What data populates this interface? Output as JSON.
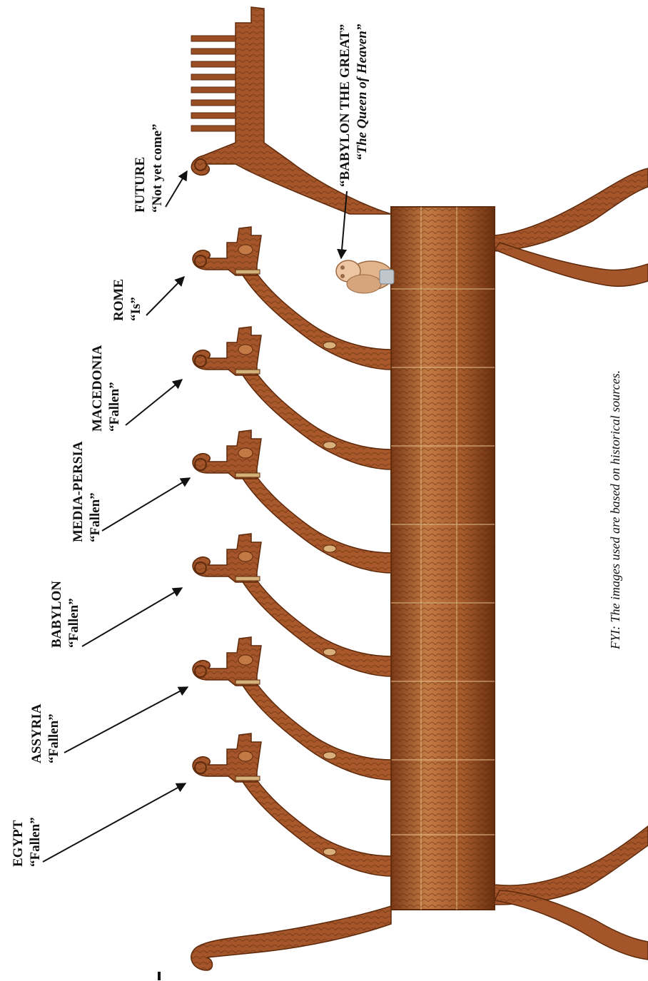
{
  "labels": {
    "egypt": {
      "name": "EGYPT",
      "status": "“Fallen”"
    },
    "assyria": {
      "name": "ASSYRIA",
      "status": "“Fallen”"
    },
    "babylon": {
      "name": "BABYLON",
      "status": "“Fallen”"
    },
    "medo": {
      "name": "MEDIA-PERSIA",
      "status": "“Fallen”"
    },
    "macedonia": {
      "name": "MACEDONIA",
      "status": "“Fallen”"
    },
    "rome": {
      "name": "ROME",
      "status": "“Is”"
    },
    "future": {
      "name": "FUTURE",
      "status": "“Not yet come”"
    },
    "harlot": {
      "name": "“BABYLON THE GREAT”",
      "status": "“The Queen of Heaven”"
    }
  },
  "footnote": "FYI: The images used are based on historical sources.",
  "colors": {
    "body": "#a8582a",
    "bodyDark": "#6e3414",
    "bodyLight": "#cf8a52",
    "text": "#111111"
  }
}
